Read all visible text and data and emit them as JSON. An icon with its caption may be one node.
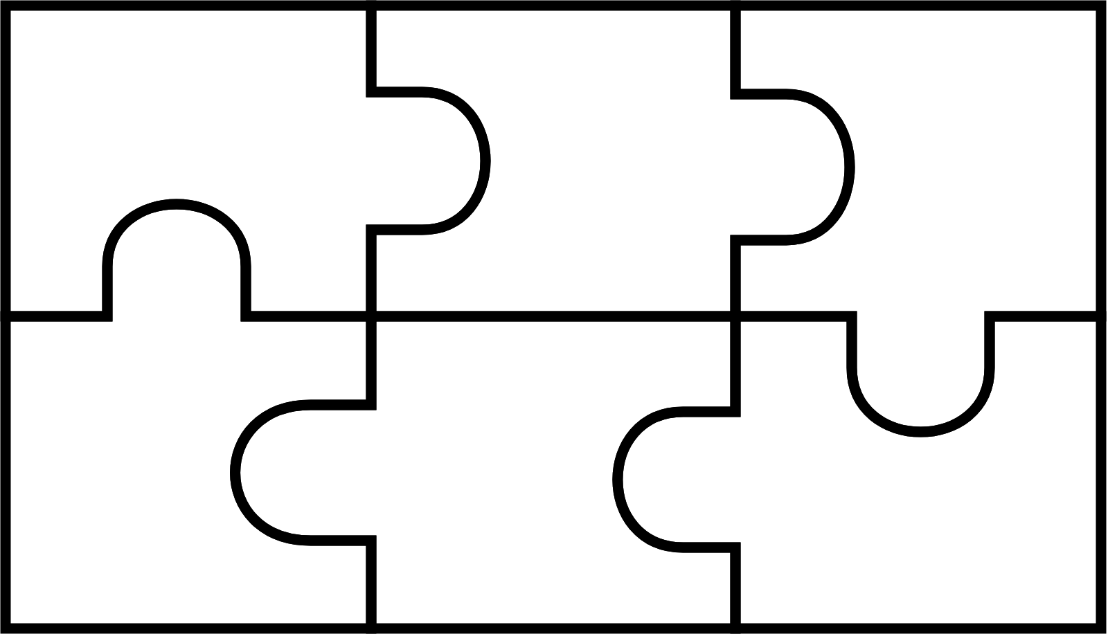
{
  "diagram": {
    "nodes": [
      {
        "text": [],
        "shape": "puzzle"
      },
      {
        "text": [],
        "shape": "puzzle"
      },
      {
        "text": [],
        "shape": "puzzle"
      },
      {
        "text": [],
        "shape": "puzzle"
      },
      {
        "text": [],
        "shape": "puzzle"
      },
      {
        "text": [],
        "shape": "puzzle"
      }
    ]
  }
}
